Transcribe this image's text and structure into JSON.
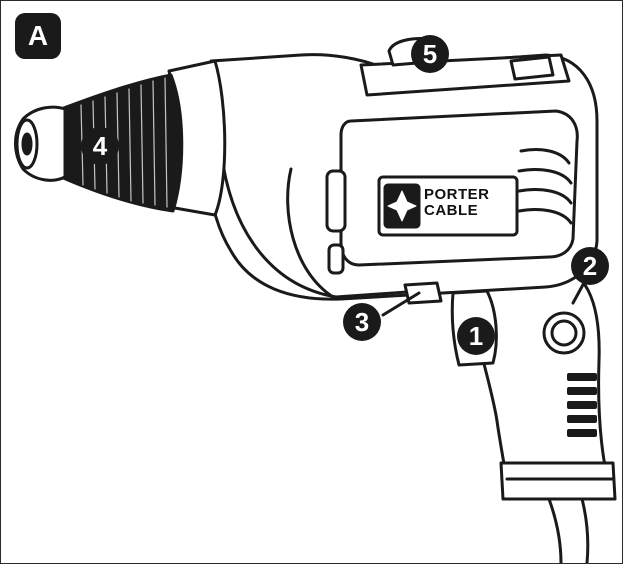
{
  "figure_tag": "A",
  "brand": {
    "line1": "PORTER",
    "line2": "CABLE"
  },
  "callouts": [
    {
      "id": "1",
      "label": "1"
    },
    {
      "id": "2",
      "label": "2"
    },
    {
      "id": "3",
      "label": "3"
    },
    {
      "id": "4",
      "label": "4"
    },
    {
      "id": "5",
      "label": "5"
    }
  ],
  "colors": {
    "ink": "#1a1a1a",
    "badge": "#1a1a1a",
    "paper": "#ffffff"
  }
}
